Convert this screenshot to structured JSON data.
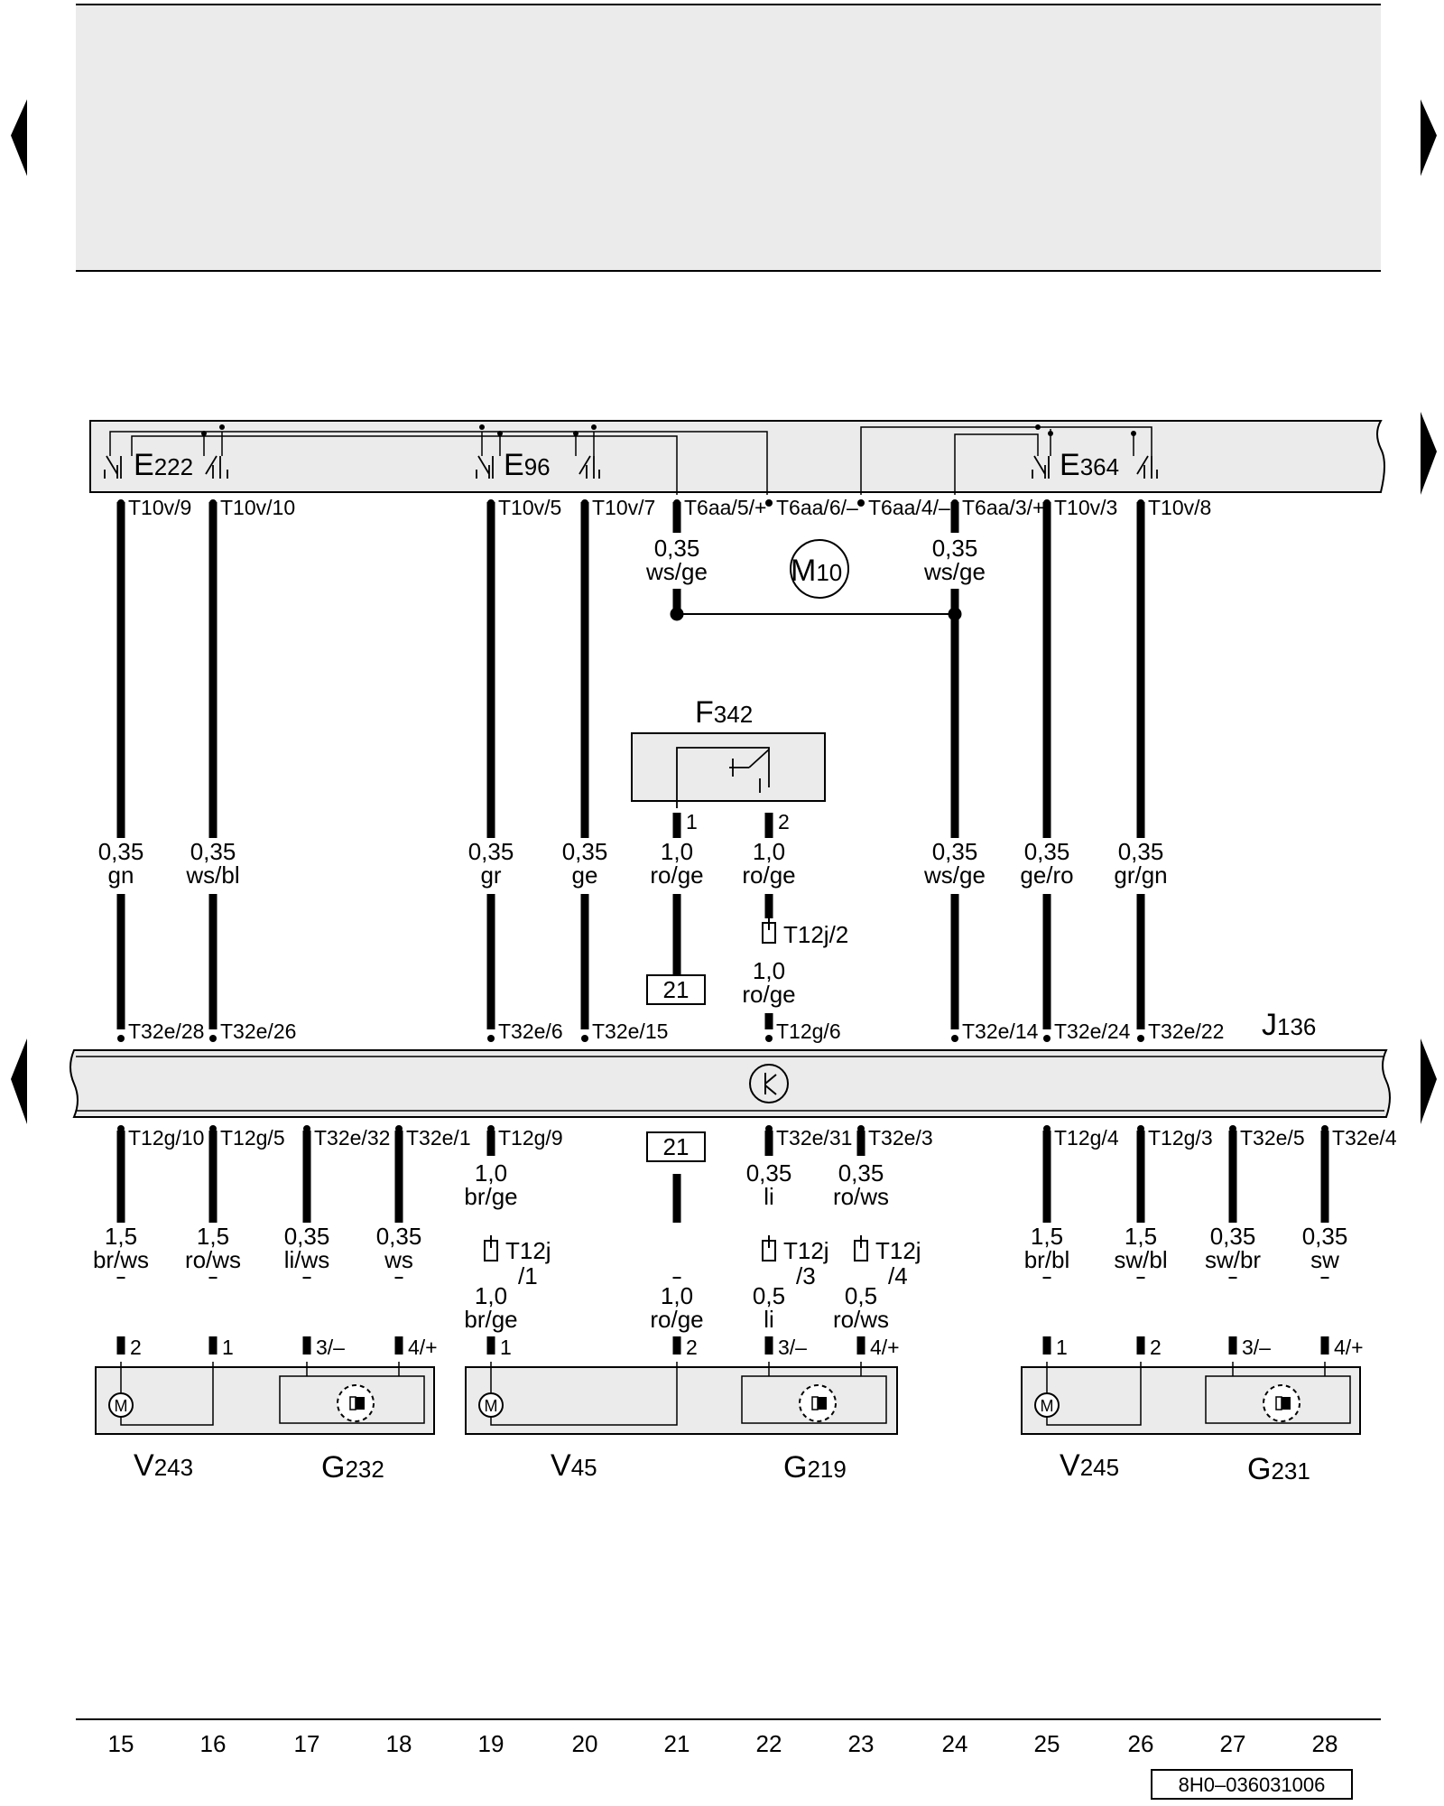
{
  "top_note": "",
  "components": {
    "E222": {
      "letter": "E",
      "num": "222"
    },
    "E96": {
      "letter": "E",
      "num": "96"
    },
    "E364": {
      "letter": "E",
      "num": "364"
    },
    "M10": {
      "letter": "M",
      "num": "10"
    },
    "F342": {
      "letter": "F",
      "num": "342"
    },
    "J136": {
      "letter": "J",
      "num": "136"
    },
    "V243": {
      "letter": "V",
      "num": "243"
    },
    "G232": {
      "letter": "G",
      "num": "232"
    },
    "V45": {
      "letter": "V",
      "num": "45"
    },
    "G219": {
      "letter": "G",
      "num": "219"
    },
    "V245": {
      "letter": "V",
      "num": "245"
    },
    "G231": {
      "letter": "G",
      "num": "231"
    }
  },
  "top_connectors": [
    "T10v/9",
    "T10v/10",
    "T10v/5",
    "T10v/7",
    "T6aa/5/+",
    "T6aa/6/–",
    "T6aa/4/–",
    "T6aa/3/+",
    "T10v/3",
    "T10v/8"
  ],
  "upper_wires": [
    {
      "size": "0,35",
      "color": "gn"
    },
    {
      "size": "0,35",
      "color": "ws/bl"
    },
    {
      "size": "0,35",
      "color": "gr"
    },
    {
      "size": "0,35",
      "color": "ge"
    },
    {
      "size": "1,0",
      "color": "ro/ge"
    },
    {
      "size": "1,0",
      "color": "ro/ge"
    },
    {
      "size": "0,35",
      "color": "ws/ge"
    },
    {
      "size": "0,35",
      "color": "ge/ro"
    },
    {
      "size": "0,35",
      "color": "gr/gn"
    }
  ],
  "m10_wires": [
    {
      "size": "0,35",
      "color": "ws/ge"
    },
    {
      "size": "0,35",
      "color": "ws/ge"
    }
  ],
  "f342_pins": [
    "1",
    "2"
  ],
  "t12j2": {
    "label": "T12j/2",
    "size": "1,0",
    "color": "ro/ge"
  },
  "ref_box": "21",
  "j136_top_connectors": [
    "T32e/28",
    "T32e/26",
    "T32e/6",
    "T32e/15",
    "T12g/6",
    "T32e/14",
    "T32e/24",
    "T32e/22"
  ],
  "j136_bottom_connectors": [
    "T12g/10",
    "T12g/5",
    "T32e/32",
    "T32e/1",
    "T12g/9",
    "T32e/31",
    "T32e/3",
    "T12g/4",
    "T12g/3",
    "T32e/5",
    "T32e/4"
  ],
  "lower_wires": [
    {
      "size": "1,5",
      "color": "br/ws"
    },
    {
      "size": "1,5",
      "color": "ro/ws"
    },
    {
      "size": "0,35",
      "color": "li/ws"
    },
    {
      "size": "0,35",
      "color": "ws"
    },
    {
      "size": "1,0",
      "color": "br/ge"
    },
    {
      "size": "1,0",
      "color": "ro/ge"
    },
    {
      "size": "0,5",
      "color": "li"
    },
    {
      "size": "0,5",
      "color": "ro/ws"
    },
    {
      "size": "1,5",
      "color": "br/bl"
    },
    {
      "size": "1,5",
      "color": "sw/bl"
    },
    {
      "size": "0,35",
      "color": "sw/br"
    },
    {
      "size": "0,35",
      "color": "sw"
    }
  ],
  "lower_upper_wires": [
    {
      "size": "1,0",
      "color": "br/ge"
    },
    {
      "size": "0,35",
      "color": "li"
    },
    {
      "size": "0,35",
      "color": "ro/ws"
    }
  ],
  "t12j_connectors": [
    {
      "label": "T12j",
      "pin": "/1"
    },
    {
      "label": "T12j",
      "pin": "/3"
    },
    {
      "label": "T12j",
      "pin": "/4"
    }
  ],
  "device_pins": [
    "2",
    "1",
    "3/–",
    "4/+",
    "1",
    "2",
    "3/–",
    "4/+",
    "1",
    "2",
    "3/–",
    "4/+"
  ],
  "column_numbers": [
    "15",
    "16",
    "17",
    "18",
    "19",
    "20",
    "21",
    "22",
    "23",
    "24",
    "25",
    "26",
    "27",
    "28"
  ],
  "doc_number": "8H0–036031006"
}
